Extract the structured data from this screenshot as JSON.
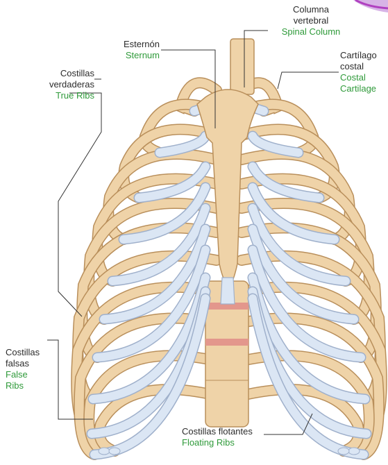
{
  "labels": {
    "spine": {
      "es_line1": "Columna",
      "es_line2": "vertebral",
      "en": "Spinal Column"
    },
    "sternum": {
      "es": "Esternón",
      "en": "Sternum"
    },
    "cartilage": {
      "es_line1": "Cartílago",
      "es_line2": "costal",
      "en_line1": "Costal",
      "en_line2": "Cartilage"
    },
    "true_ribs": {
      "es_line1": "Costillas",
      "es_line2": "verdaderas",
      "en": "True Ribs"
    },
    "false_ribs": {
      "es_line1": "Costillas",
      "es_line2": "falsas",
      "en_line1": "False",
      "en_line2": "Ribs"
    },
    "floating_ribs": {
      "es": "Costillas flotantes",
      "en": "Floating Ribs"
    }
  },
  "colors": {
    "bone": "#efd3a8",
    "bone_outline": "#b98f5b",
    "cartilage": "#dbe6f4",
    "cartilage_outline": "#9fb0cb",
    "disc": "#e3978c",
    "accent_corner": "#b040c0",
    "english_text": "#2f9a3a",
    "leader_line": "#333333"
  }
}
